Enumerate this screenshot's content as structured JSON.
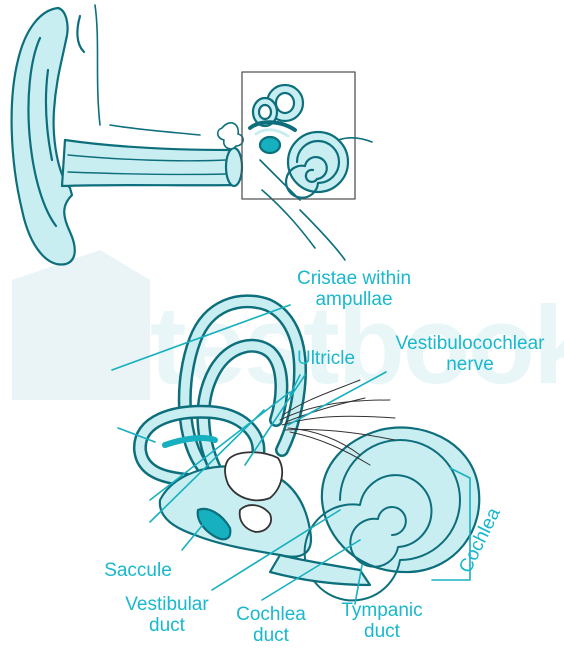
{
  "watermark": {
    "text": "testbook"
  },
  "labels": {
    "cristae": "Cristae within\nampullae",
    "ultricle": "Ultricle",
    "vestibulocochlear": "Vestibulocochlear\nnerve",
    "cochlea": "Cochlea",
    "saccule": "Saccule",
    "vestibular_duct": "Vestibular\nduct",
    "cochlea_duct": "Cochlea\nduct",
    "tympanic_duct": "Tympanic\nduct"
  },
  "colors": {
    "fill": "#c9eef2",
    "stroke": "#0e6f7c",
    "label": "#19b8cc",
    "accent": "#16b0c0",
    "watermark": "#e9f6f8"
  }
}
